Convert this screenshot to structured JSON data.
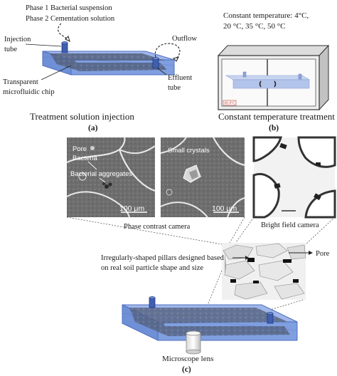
{
  "panel_a": {
    "phase1": "Phase 1 Bacterial suspension",
    "phase2": "Phase 2 Cementation solution",
    "injection_tube": [
      "Injection",
      "tube"
    ],
    "outflow": "Outflow",
    "chip": [
      "Transparent",
      "microfluidic chip"
    ],
    "effluent_tube": [
      "Effluent",
      "tube"
    ],
    "caption": "Treatment solution injection",
    "letter": "(a)"
  },
  "panel_b": {
    "temp_text": [
      "Constant temperature: 4°C,",
      "20 °C, 35 °C, 50 °C"
    ],
    "display": "00.0°C",
    "caption": "Constant temperature treatment",
    "letter": "(b)"
  },
  "micrographs": {
    "img1_labels": [
      "Pore",
      "Bacteria",
      "Bacterial aggregates"
    ],
    "img2_label": "Small crystals",
    "scale": "100 μm",
    "phase_contrast": "Phase contrast camera",
    "bright_field": "Bright field camera"
  },
  "panel_c": {
    "pillars": [
      "Irregularly-shaped pillars designed based",
      "on real soil particle shape and size"
    ],
    "pore": "Pore",
    "lens": "Microscope lens",
    "letter": "(c)"
  },
  "colors": {
    "chip_blue": "#7f9fe0",
    "chip_dark": "#4f6fc0",
    "grey_bg": "#8a8a8a"
  }
}
